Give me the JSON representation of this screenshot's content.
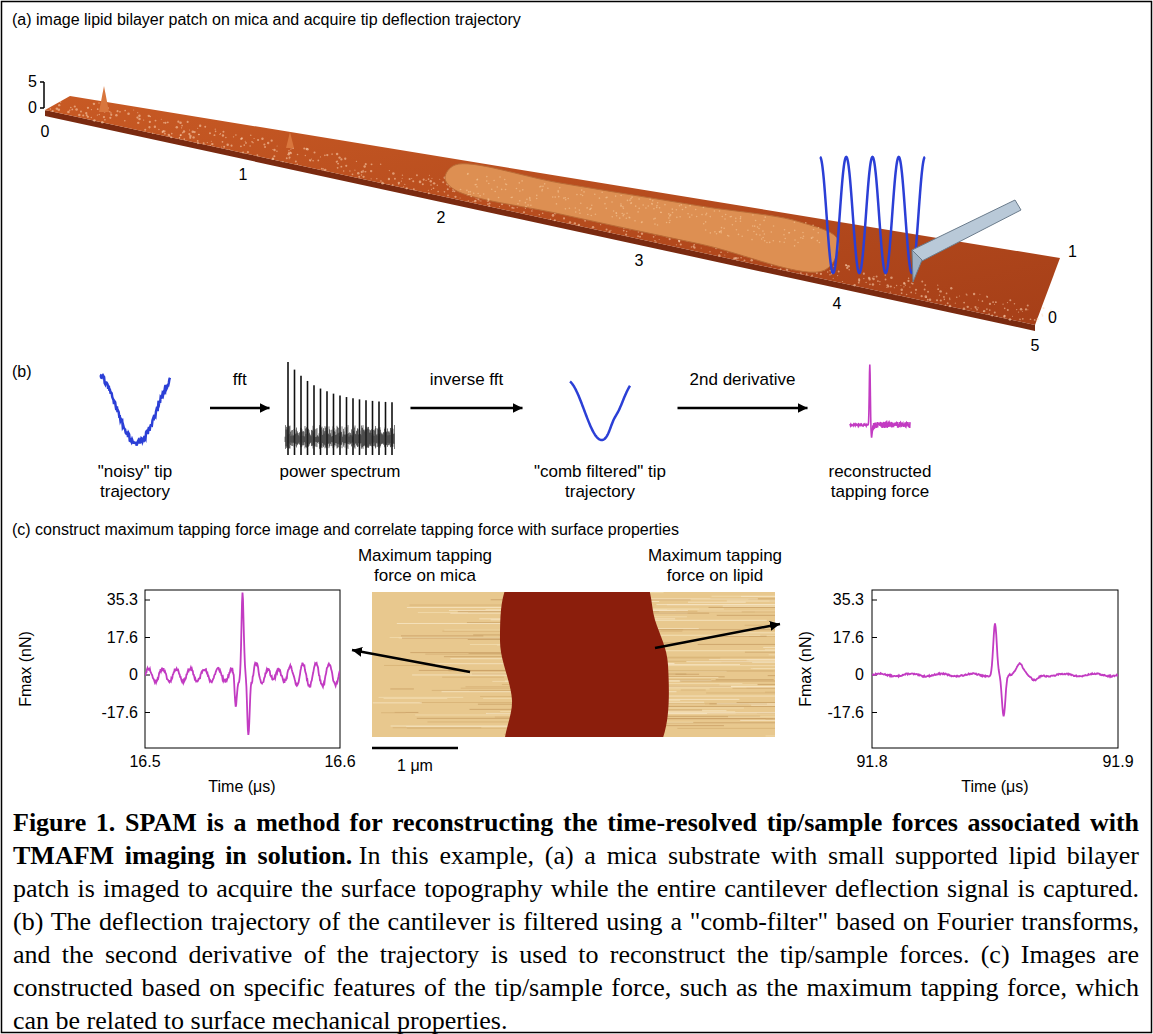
{
  "diagram": {
    "title": "Figure 1. SPAM is a method for reconstructing the time-resolved tip/sample forces associated with TMAFM imaging in solution.",
    "caption": "In this example, (a) a mica substrate with small supported lipid bilayer patch is imaged to acquire the surface topography while the entire cantilever deflection signal is captured. (b) The deflection trajectory of the cantilever is filtered using a \"comb-filter\" based on Fourier transforms, and the second derivative of the trajectory is used to reconstruct the tip/sample forces. (c) Images are constructed based on specific features of the tip/sample force, such as the maximum tapping force, which can be related to surface mechanical properties.",
    "nodes": [
      {
        "text": [
          "\"noisy\" tip trajectory"
        ]
      },
      {
        "text": [
          "power spectrum"
        ]
      },
      {
        "text": [
          "\"comb filtered\" tip trajectory"
        ]
      },
      {
        "text": [
          "reconstructed tapping force"
        ]
      }
    ],
    "edges": [
      {
        "from": 0,
        "to": 1,
        "label": "fft",
        "arrow": "to"
      },
      {
        "from": 1,
        "to": 2,
        "label": "inverse fft",
        "arrow": "to"
      },
      {
        "from": 2,
        "to": 3,
        "label": "2nd derivative",
        "arrow": "to"
      }
    ],
    "labels": [
      "(a) image lipid bilayer patch on mica and acquire tip deflection trajectory",
      "5",
      "0",
      "0",
      "1",
      "2",
      "3",
      "4",
      "5",
      "1",
      "0",
      "(b)",
      "(c) construct maximum tapping force image and correlate tapping force with surface properties",
      "35.3",
      "17.6",
      "0",
      "-17.6",
      "16.5",
      "16.6",
      "Time (μs)",
      "Fmax (nN)",
      "Maximum tapping force on mica",
      "Maximum tapping force on lipid",
      "1 μm",
      "35.3",
      "17.6",
      "0",
      "-17.6",
      "91.8",
      "91.9",
      "Time (μs)",
      "Fmax (nN)"
    ]
  }
}
